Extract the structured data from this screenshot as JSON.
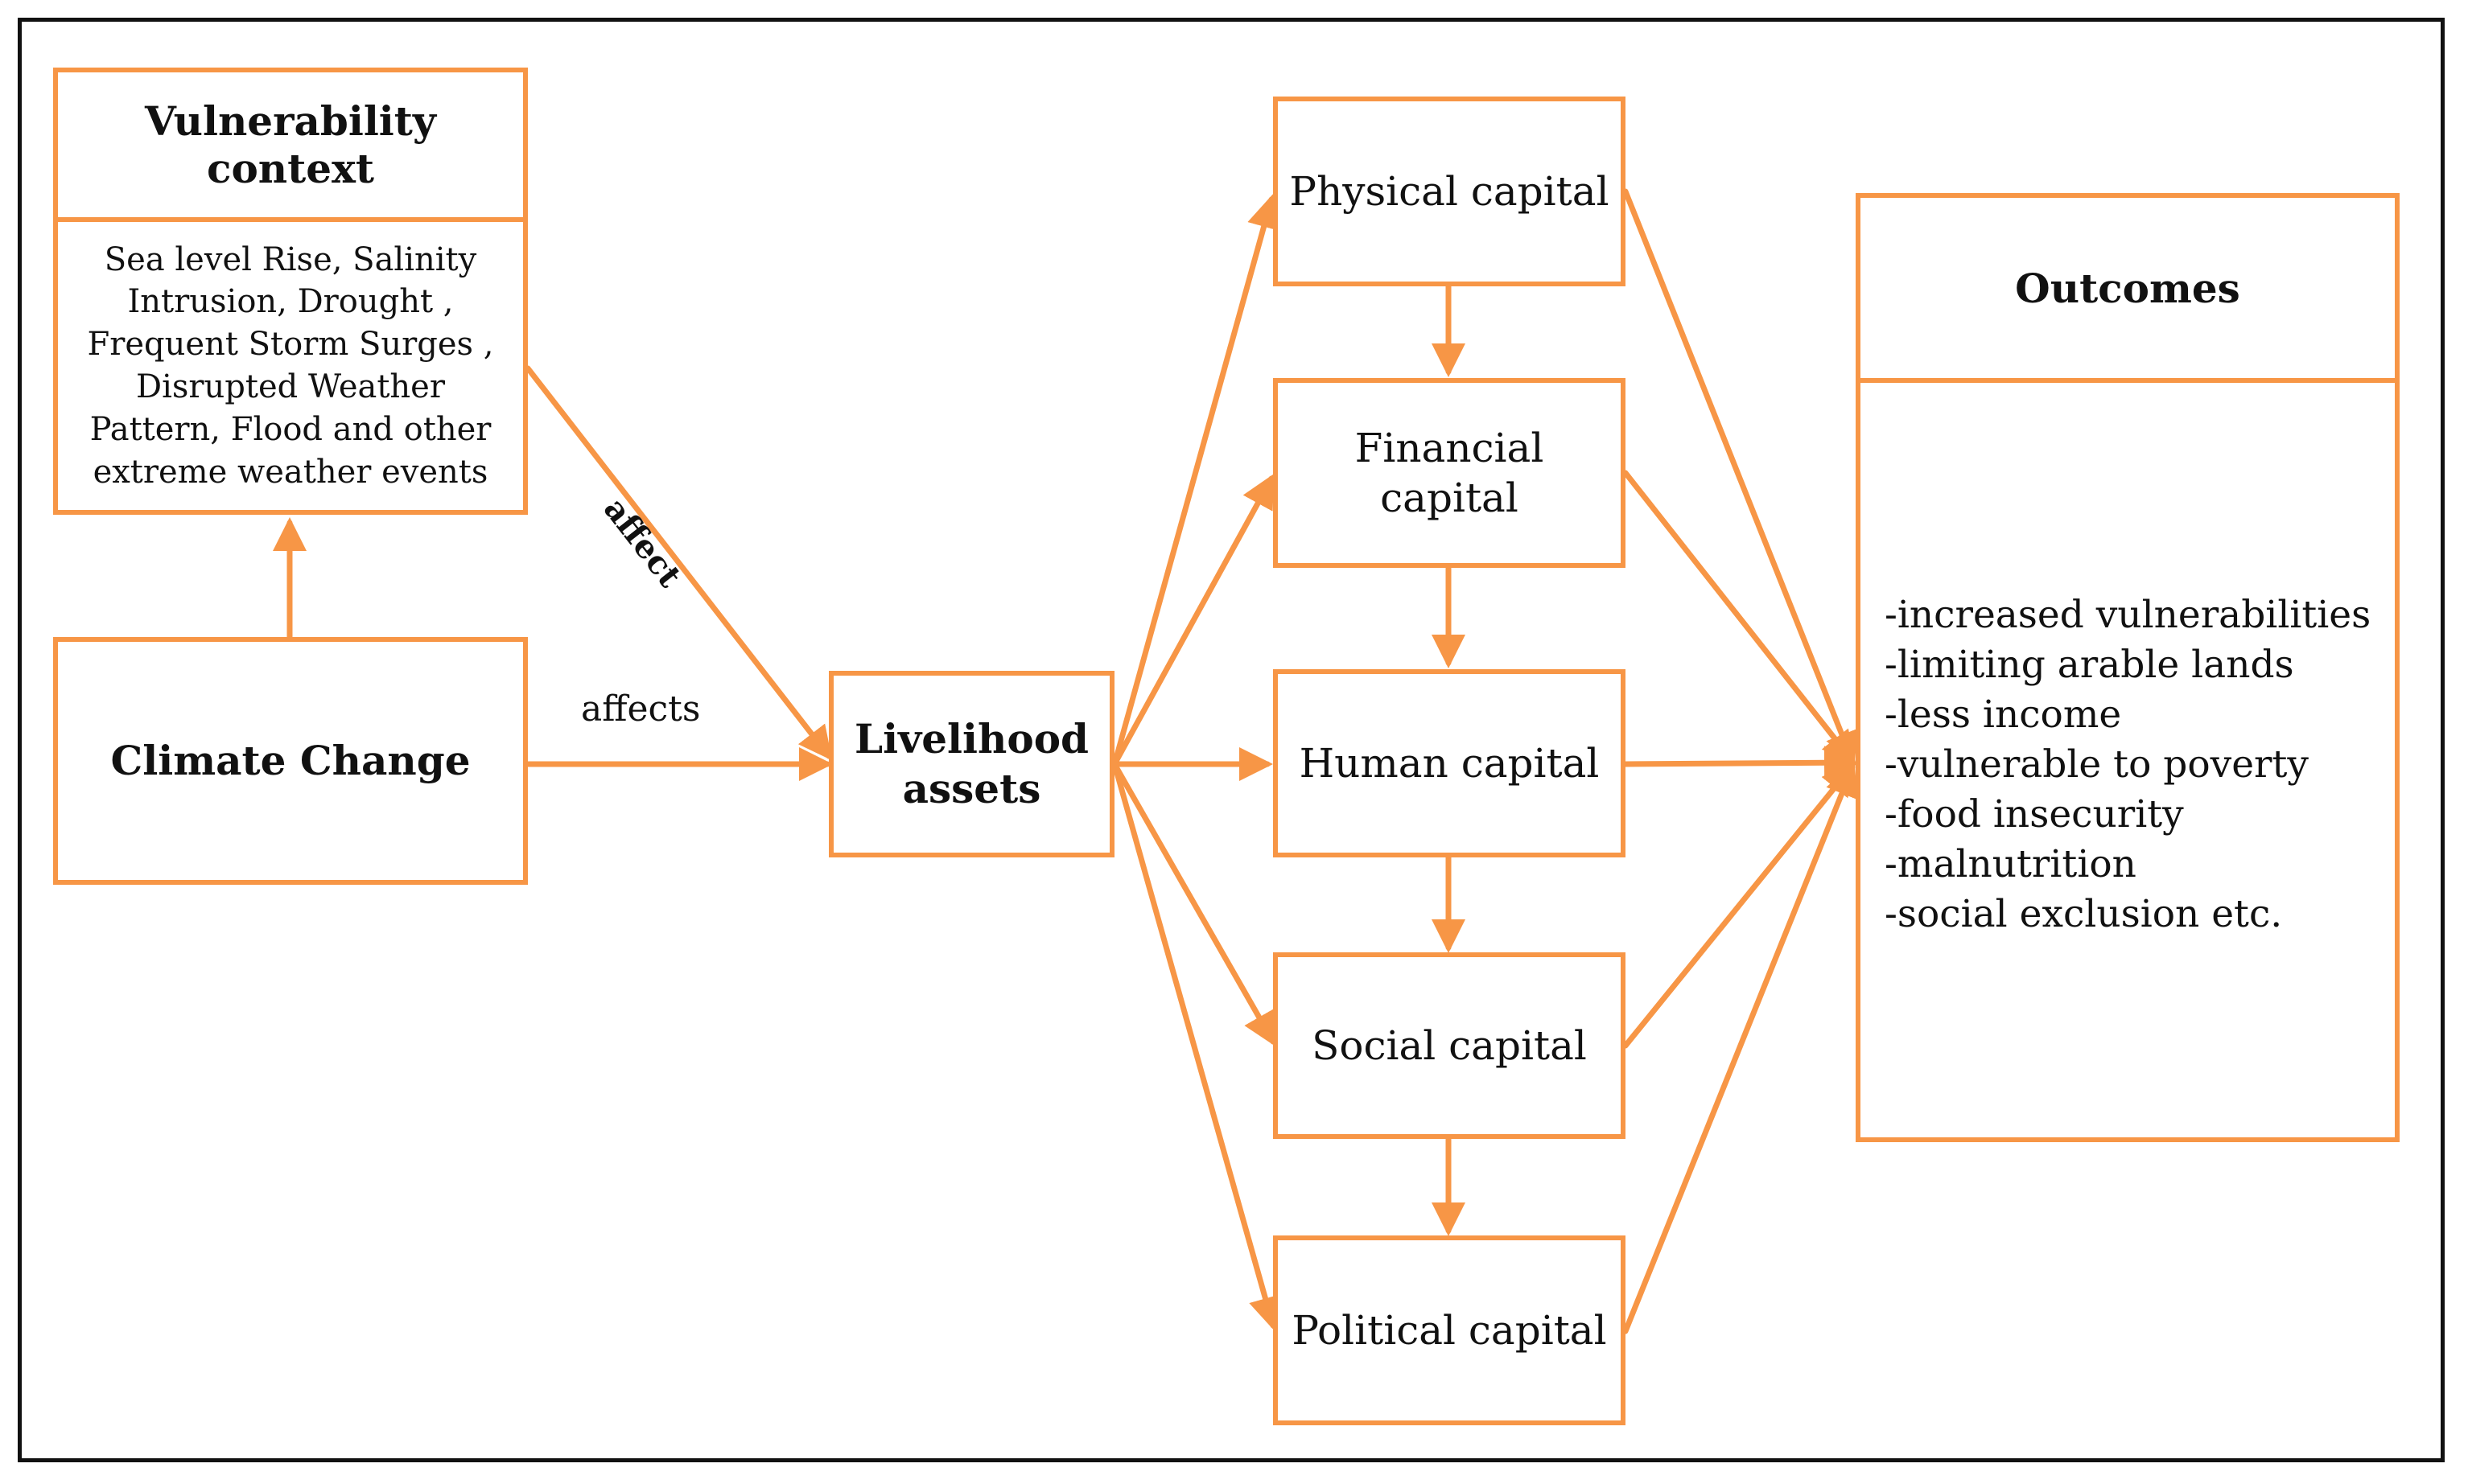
{
  "nodes": {
    "vulnerability_header": "Vulnerability context",
    "vulnerability_body": "Sea level Rise, Salinity Intrusion, Drought , Frequent Storm Surges , Disrupted Weather Pattern, Flood  and other extreme weather events",
    "climate_change": "Climate Change",
    "livelihood_line1": "Livelihood",
    "livelihood_line2": "assets",
    "physical": "Physical capital",
    "financial_line1": "Financial",
    "financial_line2": "capital",
    "human": "Human capital",
    "social": "Social capital",
    "political": "Political capital",
    "outcomes_header": "Outcomes"
  },
  "outcomes": [
    "-increased vulnerabilities",
    "-limiting arable lands",
    "-less income",
    "-vulnerable to poverty",
    "-food insecurity",
    "-malnutrition",
    "-social exclusion etc."
  ],
  "edge_labels": {
    "affect": "affect",
    "affects": "affects"
  },
  "colors": {
    "accent": "#F79646",
    "text": "#111111",
    "frame": "#111111"
  }
}
